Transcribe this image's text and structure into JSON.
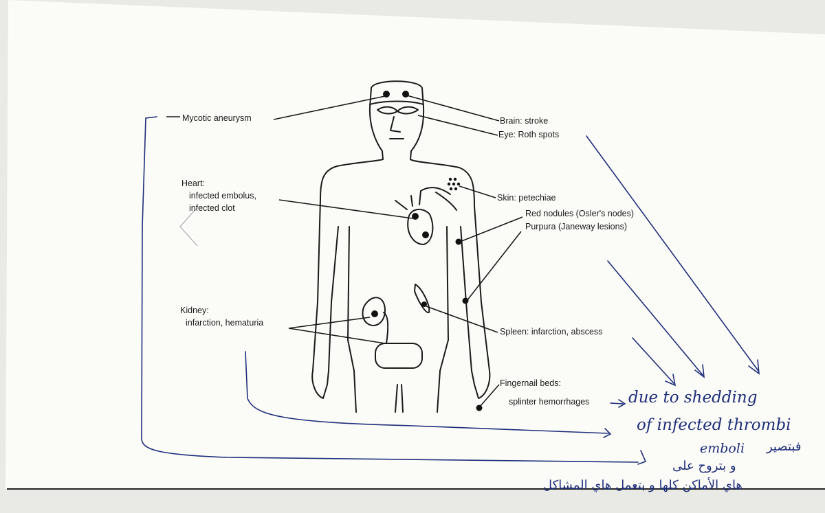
{
  "labels": {
    "mycotic": "Mycotic aneurysm",
    "brain": "Brain: stroke",
    "eye": "Eye: Roth spots",
    "heart_title": "Heart:",
    "heart_line1": "infected embolus,",
    "heart_line2": "infected clot",
    "skin": "Skin: petechiae",
    "osler": "Red nodules (Osler's nodes)",
    "janeway": "Purpura (Janeway lesions)",
    "kidney_title": "Kidney:",
    "kidney_line": "infarction, hematuria",
    "spleen": "Spleen: infarction, abscess",
    "finger_title": "Fingernail beds:",
    "finger_line": "splinter hemorrhages"
  },
  "handwriting": {
    "line1": "due to shedding",
    "line2": "of infected thrombi",
    "line3": "emboli",
    "arabic1": "فبتصير",
    "arabic2": "و بتروح على",
    "arabic3": "هاي الأماكن كلها و بتعمل هاي المشاكل"
  },
  "nav": {
    "icon": "chevron-left-icon"
  },
  "colors": {
    "ink": "#1a1a1a",
    "pen": "#1f2f7a",
    "paper": "#fbfbf8"
  }
}
